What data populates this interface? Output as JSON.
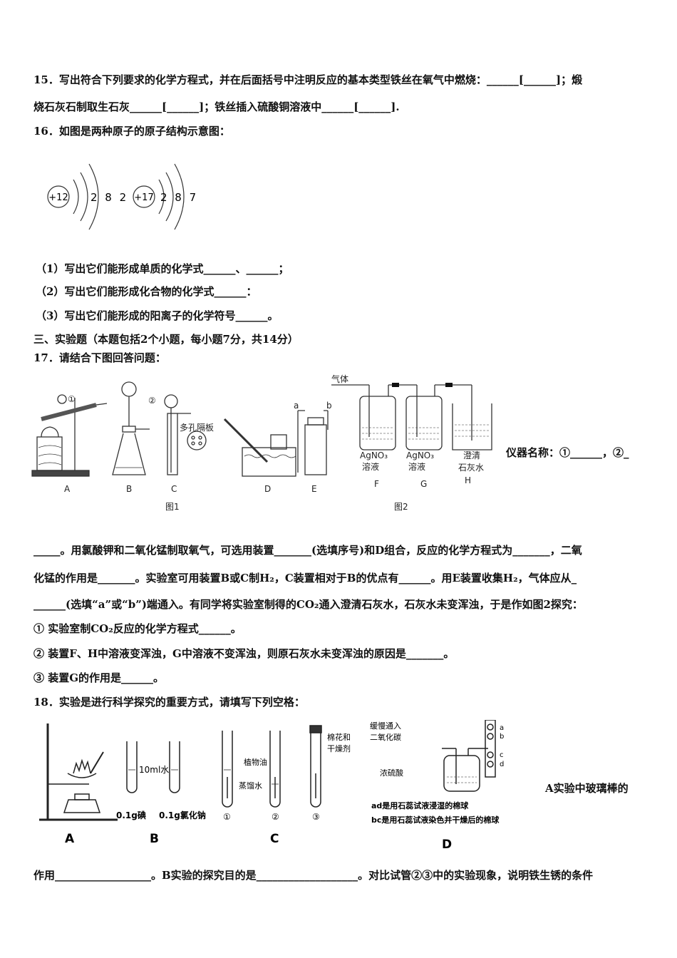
{
  "q15": {
    "line1": "15．写出符合下列要求的化学方程式，并在后面括号中注明反应的基本类型铁丝在氧气中燃烧：______[______]；煅",
    "line2": "烧石灰石制取生石灰______[______]；铁丝插入硫酸铜溶液中______[______]."
  },
  "q16": {
    "title": "16．如图是两种原子的原子结构示意图：",
    "atom1": {
      "nucleus": "+12",
      "shells": "2 8 2"
    },
    "atom2": {
      "nucleus": "+17",
      "shells": "2 8 7"
    },
    "p1": "（1）写出它们能形成单质的化学式______、______；",
    "p2": "（2）写出它们能形成化合物的化学式______：",
    "p3": "（3）写出它们能形成的阳离子的化学符号______。"
  },
  "section3": "三、实验题（本题包括2个小题，每小题7分，共14分）",
  "q17": {
    "title": "17．请结合下图回答问题：",
    "fig1": {
      "labels": [
        "A",
        "B",
        "C",
        "D",
        "E"
      ],
      "circle1": "①",
      "circle2": "②",
      "plate": "多孔隔板",
      "a": "a",
      "b": "b",
      "caption": "图1"
    },
    "fig2": {
      "gas": "气体",
      "f_reagent": "AgNO₃",
      "f_liquid": "溶液",
      "g_reagent": "AgNO₃",
      "g_liquid": "溶液",
      "h_line1": "澄清",
      "h_line2": "石灰水",
      "labels": [
        "F",
        "G",
        "H"
      ],
      "caption": "图2"
    },
    "instrument": "仪器名称：①______，②_",
    "l1": "_____。用氯酸钾和二氧化锰制取氧气，可选用装置_______(选填序号)和D组合，反应的化学方程式为_______，二氧",
    "l2": "化锰的作用是_______。实验室可用装置B或C制H₂，C装置相对于B的优点有______。用E装置收集H₂，气体应从_",
    "l3": "______(选填“a”或“b”)端通入。有同学将实验室制得的CO₂通入澄清石灰水，石灰水未变浑浊，于是作如图2探究：",
    "s1": "① 实验室制CO₂反应的化学方程式______。",
    "s2": "② 装置F、H中溶液变浑浊，G中溶液不变浑浊，则原石灰水未变浑浊的原因是_______。",
    "s3": "③ 装置G的作用是______。"
  },
  "q18": {
    "title": "18．实验是进行科学探究的重要方式，请填写下列空格：",
    "b_water": "10ml水",
    "b_left": "0.1g碘",
    "b_right": "0.1g氯化钠",
    "c_oil": "植物油",
    "c_water": "蒸馏水",
    "c_tubes": [
      "①",
      "②",
      "③"
    ],
    "c_cotton1": "棉花和",
    "c_cotton2": "干燥剂",
    "d_gas1": "缓慢通入",
    "d_gas2": "二氧化碳",
    "d_acid": "浓硫酸",
    "d_marks": [
      "a",
      "b",
      "c",
      "d"
    ],
    "d_note1": "ad是用石蕊试液浸湿的棉球",
    "d_note2": "bc是用石蕊试液染色并干燥后的棉球",
    "labels": [
      "A",
      "B",
      "C",
      "D"
    ],
    "side": "A实验中玻璃棒的",
    "last": "作用__________________。B实验的探究目的是___________________。对比试管②③中的实验现象，说明铁生锈的条件"
  }
}
